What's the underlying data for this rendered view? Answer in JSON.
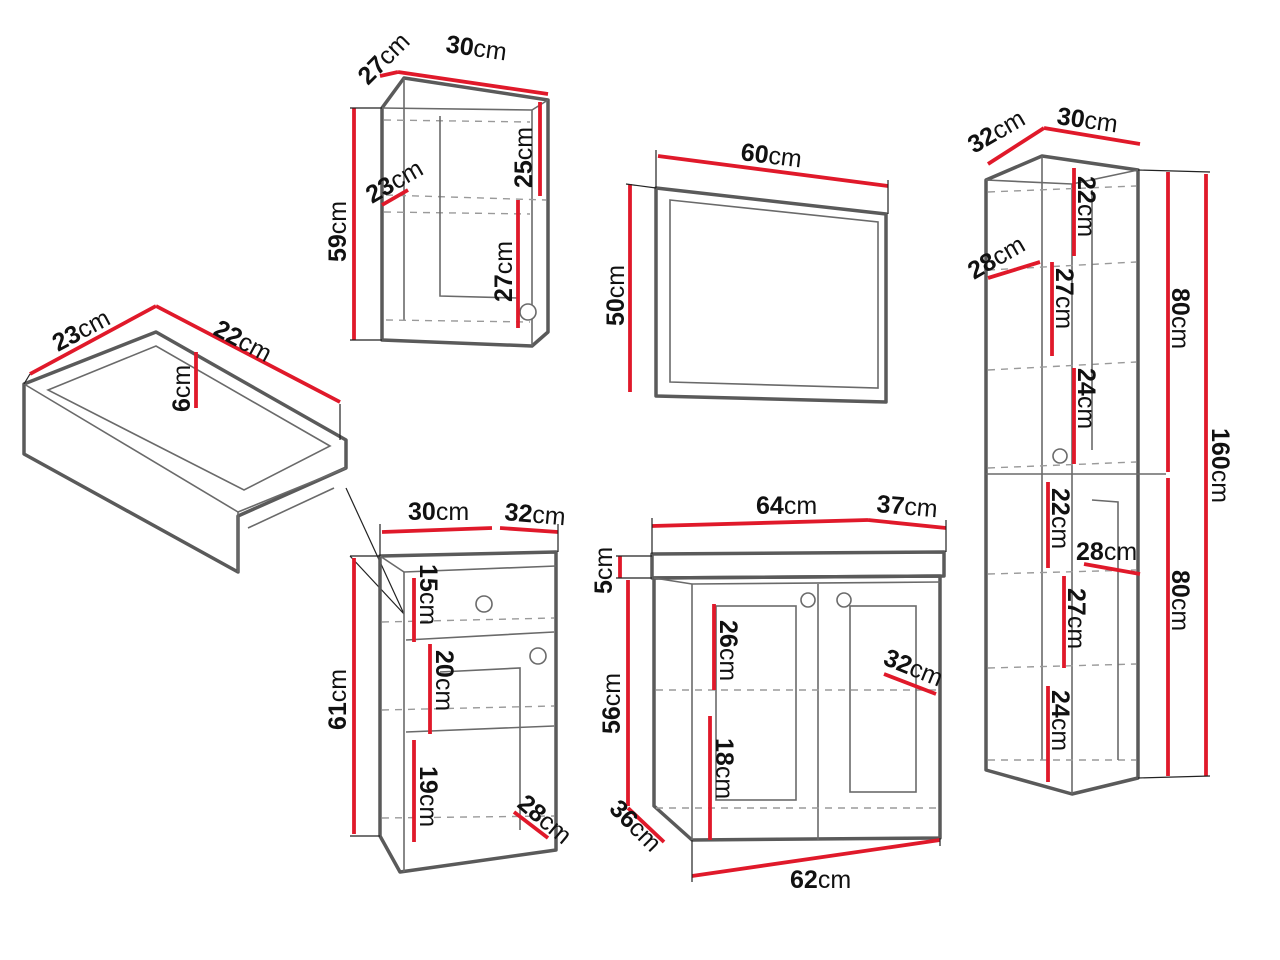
{
  "colors": {
    "dimension_line": "#e0192a",
    "outline": "#5a5a5a",
    "guide": "#9a9a9a"
  },
  "wall_cabinet": {
    "depth": "27",
    "width": "30",
    "height": "59",
    "shelf_depth": "23",
    "upper_space": "25",
    "lower_space": "27",
    "unit": "cm"
  },
  "mirror": {
    "width": "60",
    "height": "50",
    "unit": "cm"
  },
  "tall_cabinet": {
    "depth": "32",
    "width": "30",
    "total_height": "160",
    "upper_height": "80",
    "lower_height": "80",
    "shelf_depth_upper": "28",
    "shelf_depth_lower": "28",
    "space_1": "22",
    "space_2": "27",
    "space_3": "24",
    "space_4": "22",
    "space_5": "27",
    "space_6": "24",
    "unit": "cm"
  },
  "drawer": {
    "inner_depth": "23",
    "inner_width": "22",
    "inner_height": "6",
    "unit": "cm"
  },
  "small_cabinet": {
    "width": "30",
    "depth": "32",
    "height": "61",
    "drawer_space": "15",
    "upper_space": "20",
    "lower_space": "19",
    "shelf_depth": "28",
    "unit": "cm"
  },
  "vanity_cabinet": {
    "top_width": "64",
    "top_depth": "37",
    "top_thickness": "5",
    "body_height": "56",
    "body_depth": "36",
    "body_width": "62",
    "upper_space": "26",
    "lower_space": "18",
    "shelf_depth": "32",
    "unit": "cm"
  }
}
